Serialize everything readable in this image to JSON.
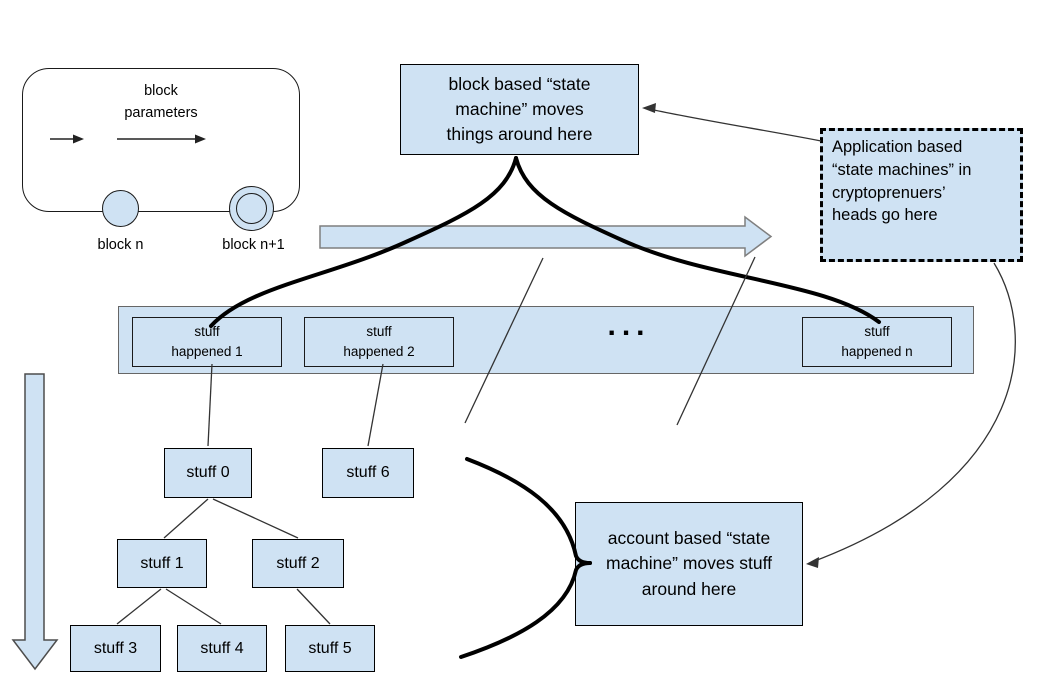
{
  "colors": {
    "shape_fill": "#cfe2f3",
    "shape_border": "#000000",
    "bar_border": "#666666",
    "arrow_fill": "#cfe2f3",
    "arrow_border": "#7f7f7f"
  },
  "legend": {
    "title": "block\nparameters",
    "start_label": "block n",
    "end_label": "block n+1"
  },
  "top_box": {
    "text": "block based “state\nmachine” moves\nthings around here"
  },
  "application_box": {
    "text": "Application based\n“state machines” in\ncryptoprenuers’\nheads go here"
  },
  "account_box": {
    "text": "account based “state\nmachine” moves stuff\naround here"
  },
  "bar": {
    "ellipsis": "...",
    "items": [
      {
        "label": "stuff\nhappened 1"
      },
      {
        "label": "stuff\nhappened 2"
      },
      {
        "label": "stuff\nhappened n"
      }
    ]
  },
  "tree": {
    "nodes": [
      {
        "label": "stuff 0"
      },
      {
        "label": "stuff 1"
      },
      {
        "label": "stuff 2"
      },
      {
        "label": "stuff 3"
      },
      {
        "label": "stuff 4"
      },
      {
        "label": "stuff 5"
      },
      {
        "label": "stuff 6"
      }
    ]
  }
}
